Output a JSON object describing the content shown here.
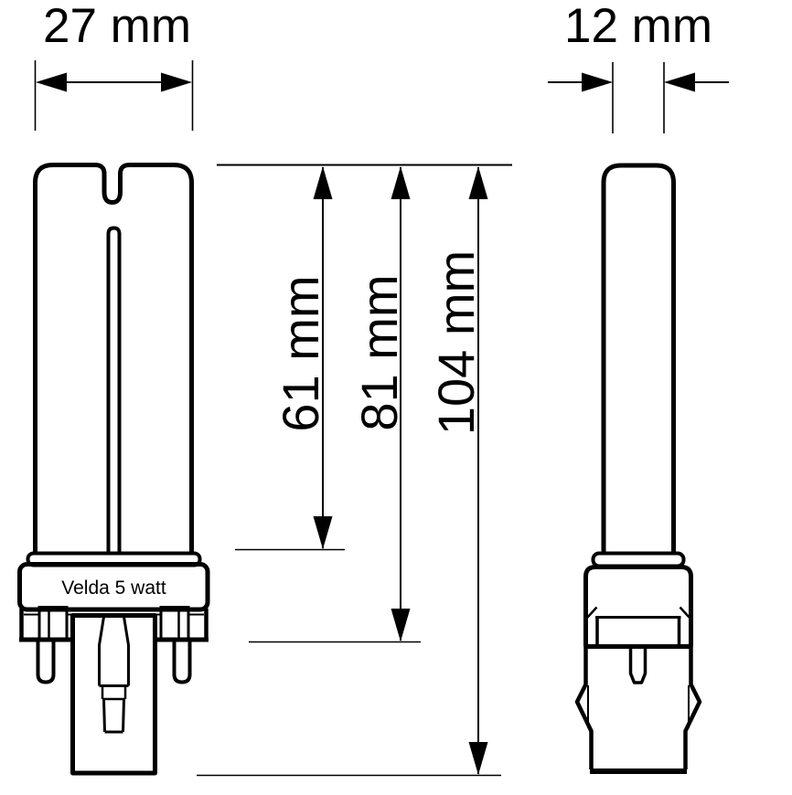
{
  "colors": {
    "line": "#000000",
    "background": "#ffffff"
  },
  "product_label": "Velda 5 watt",
  "dimensions": {
    "front_width": {
      "label": "27 mm",
      "value_mm": 27
    },
    "side_width": {
      "label": "12 mm",
      "value_mm": 12
    },
    "tube_length": {
      "label": "61 mm",
      "value_mm": 61
    },
    "base_length": {
      "label": "81 mm",
      "value_mm": 81
    },
    "total_length": {
      "label": "104 mm",
      "value_mm": 104
    }
  }
}
